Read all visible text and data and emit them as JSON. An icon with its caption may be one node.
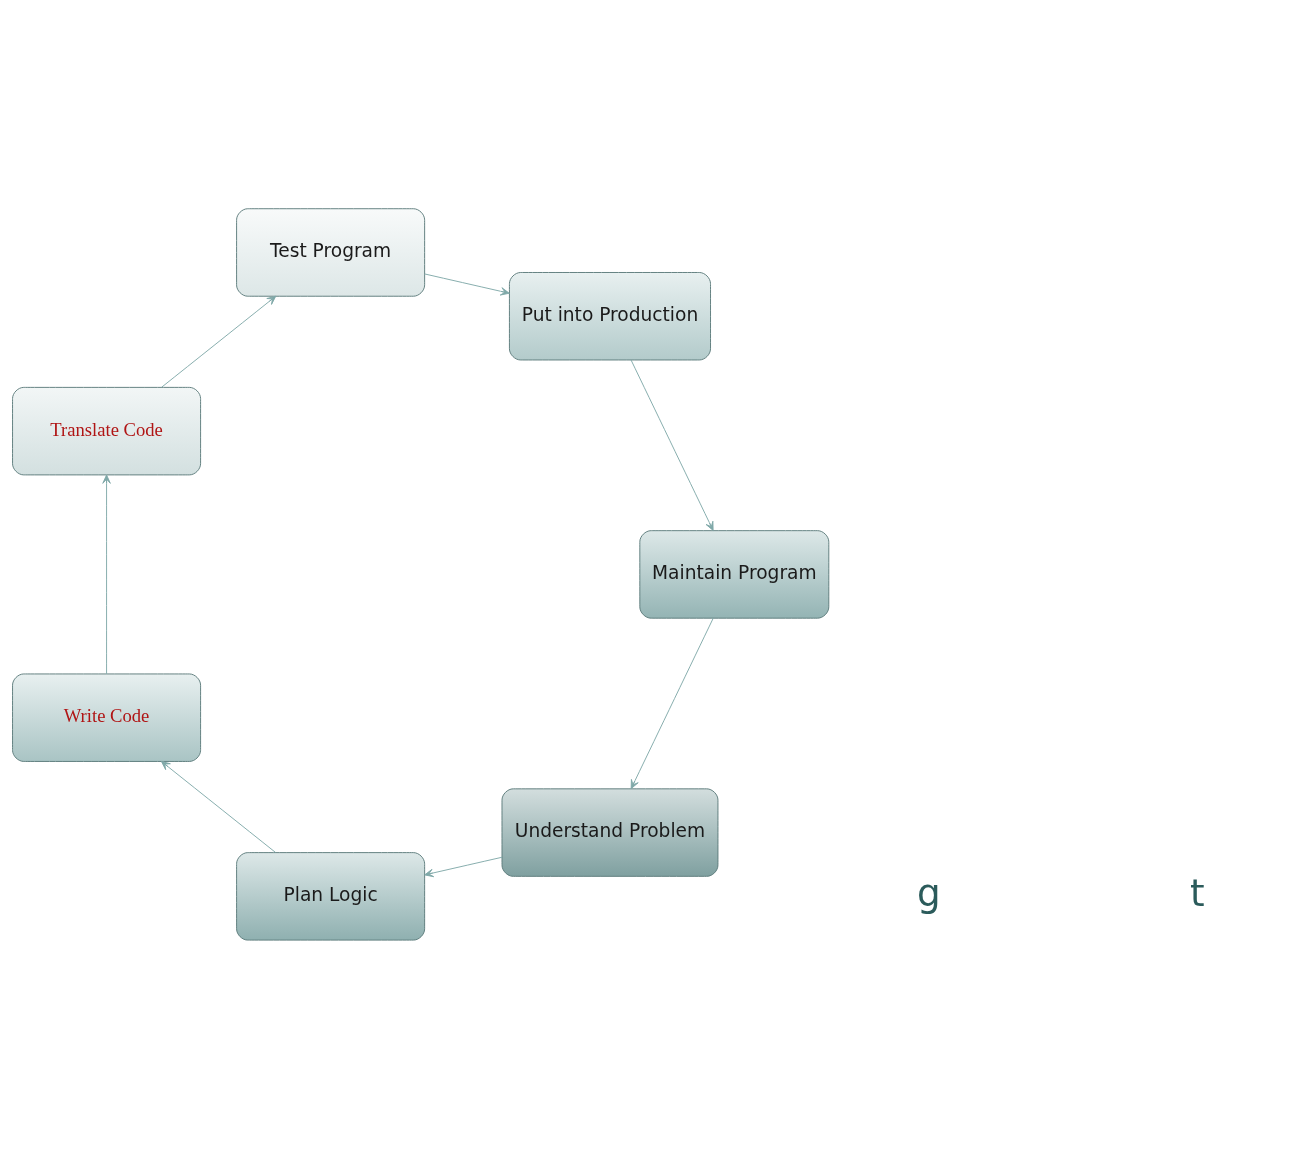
{
  "diagram": {
    "nodes": [
      {
        "text": [
          "Understand Problem"
        ]
      },
      {
        "text": [
          "Plan Logic"
        ]
      },
      {
        "text": [
          "Write Code"
        ]
      },
      {
        "text": [
          "Translate Code"
        ]
      },
      {
        "text": [
          "Test Program"
        ]
      },
      {
        "text": [
          "Put into Production"
        ]
      },
      {
        "text": [
          "Maintain Program"
        ]
      }
    ],
    "edges": [
      {
        "from": 0,
        "to": 1,
        "arrow": "to"
      },
      {
        "from": 1,
        "to": 2,
        "arrow": "to"
      },
      {
        "from": 2,
        "to": 3,
        "arrow": "to"
      },
      {
        "from": 3,
        "to": 4,
        "arrow": "to"
      },
      {
        "from": 4,
        "to": 5,
        "arrow": "to"
      },
      {
        "from": 5,
        "to": 6,
        "arrow": "to"
      },
      {
        "from": 6,
        "to": 0,
        "arrow": "to"
      }
    ],
    "labels": [
      "g",
      "t"
    ]
  }
}
